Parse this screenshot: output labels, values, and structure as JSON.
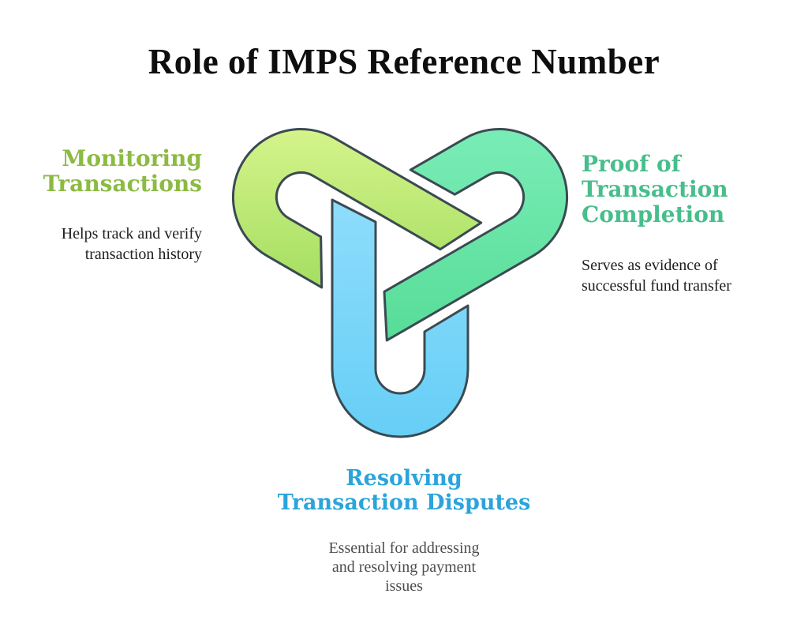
{
  "title": "Role of IMPS Reference Number",
  "sections": {
    "monitoring": {
      "heading": "Monitoring\nTransactions",
      "body": "Helps track and verify\ntransaction history",
      "accent_color": "#8CBA43"
    },
    "proof": {
      "heading": "Proof of\nTransaction\nCompletion",
      "body": "Serves as evidence of\nsuccessful fund transfer",
      "accent_color": "#47BE8B"
    },
    "resolving": {
      "heading": "Resolving\nTransaction Disputes",
      "body": "Essential for addressing\nand resolving payment\nissues",
      "accent_color": "#2BA4DB"
    }
  },
  "knot": {
    "icon": "triple-interlocked-u-knot-icon",
    "stroke_color": "#3B4A52",
    "staples": [
      {
        "name": "blue-staple",
        "gradient_from": "#8FDDFB",
        "gradient_to": "#66CEF6"
      },
      {
        "name": "mint-staple",
        "gradient_from": "#7BEDB8",
        "gradient_to": "#55DC96"
      },
      {
        "name": "lime-staple",
        "gradient_from": "#D6F48C",
        "gradient_to": "#A4DE61"
      }
    ]
  }
}
